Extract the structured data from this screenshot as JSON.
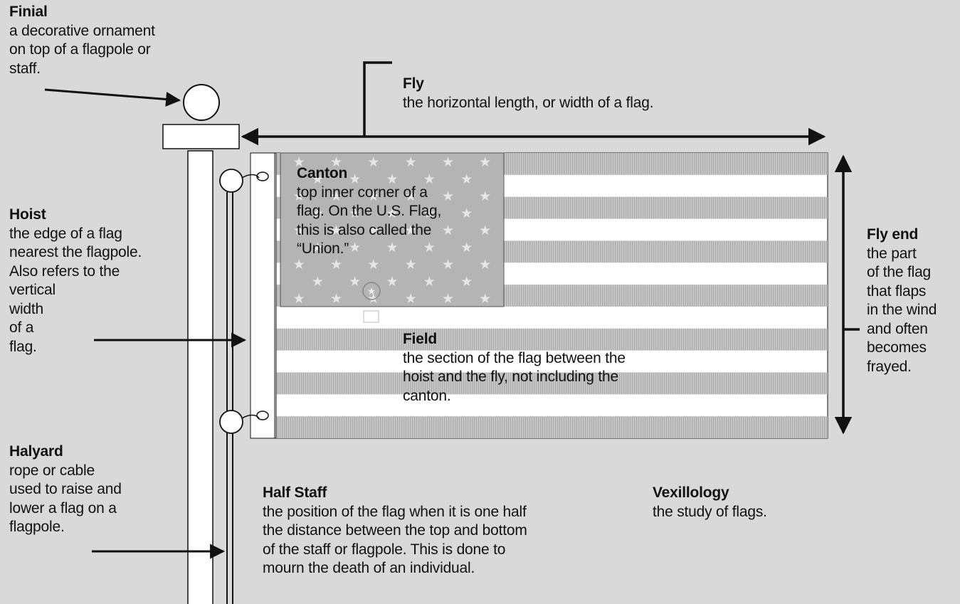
{
  "colors": {
    "background": "#d9d9d9",
    "canton": "#b4b4b4",
    "stripe": "#bdbdbd",
    "flag_white": "#ffffff",
    "ink": "#111111"
  },
  "icons": [
    "finial-ball-icon",
    "star-icon",
    "arrow-icon",
    "snap-hook-icon"
  ],
  "terms": {
    "finial": {
      "title": "Finial",
      "desc": "a decorative ornament\non top of a flagpole or\nstaff."
    },
    "fly": {
      "title": "Fly",
      "desc": "the horizontal length, or width of a flag."
    },
    "canton": {
      "title": "Canton",
      "desc": "top inner corner of a\nflag. On the U.S. Flag,\nthis is also called the\n“Union.”"
    },
    "hoist": {
      "title": "Hoist",
      "desc": "the edge of a flag\nnearest the flagpole.\nAlso refers to the\nvertical\nwidth\nof a\nflag."
    },
    "fly_end": {
      "title": "Fly end",
      "desc": "the part\nof the flag\nthat flaps\nin the wind\nand often\nbecomes\nfrayed."
    },
    "field": {
      "title": "Field",
      "desc": "the section of the flag between the\nhoist and the fly, not including the\ncanton."
    },
    "halyard": {
      "title": "Halyard",
      "desc": "rope or cable\nused to raise and\nlower a flag on a\nflagpole."
    },
    "half_staff": {
      "title": "Half Staff",
      "desc": "the position of the flag when it is one half\nthe distance between the top and bottom\nof the staff or flagpole. This is done to\nmourn the death of an individual."
    },
    "vexillology": {
      "title": "Vexillology",
      "desc": "the study of flags."
    }
  }
}
